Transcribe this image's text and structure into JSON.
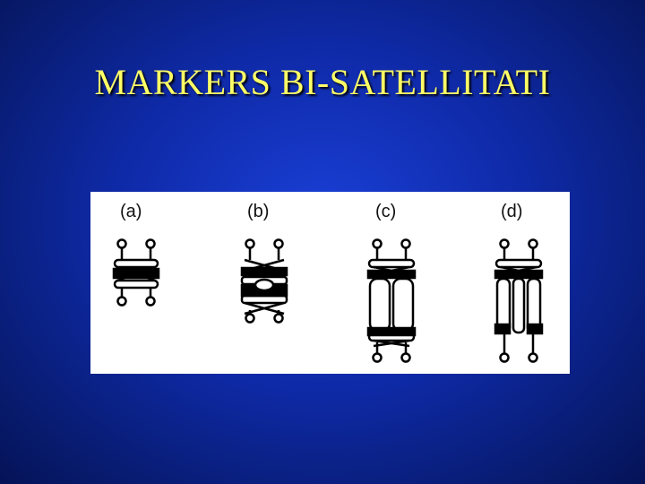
{
  "slide": {
    "title": "MARKERS BI-SATELLITATI"
  },
  "figure": {
    "panels": [
      {
        "id": "a",
        "label": "(a)"
      },
      {
        "id": "b",
        "label": "(b)"
      },
      {
        "id": "c",
        "label": "(c)"
      },
      {
        "id": "d",
        "label": "(d)"
      }
    ]
  },
  "colors": {
    "background": "#0f2aa8",
    "title": "#ffff66",
    "figure_bg": "#ffffff",
    "ink": "#000000"
  }
}
